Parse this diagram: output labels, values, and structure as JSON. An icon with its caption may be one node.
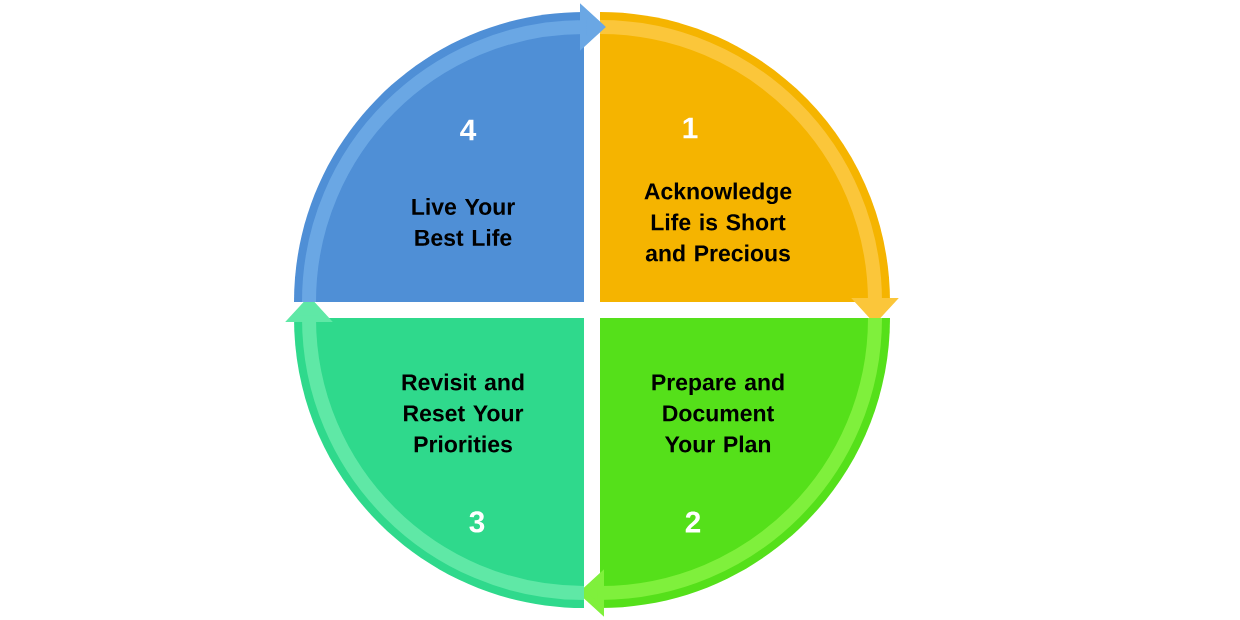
{
  "diagram": {
    "nodes": [
      {
        "text": [
          "4",
          "Live Your Best Life"
        ]
      },
      {
        "text": [
          "1",
          "Acknowledge Life is Short and Precious"
        ]
      },
      {
        "text": [
          "Revisit and Reset Your Priorities",
          "3"
        ]
      },
      {
        "text": [
          "Prepare and Document Your Plan",
          "2"
        ]
      }
    ],
    "edges": [
      {
        "from": 1,
        "to": 3,
        "arrow": "to",
        "color": "#fbc63a"
      },
      {
        "from": 3,
        "to": 2,
        "arrow": "to",
        "color": "#7ff03c"
      },
      {
        "from": 2,
        "to": 0,
        "arrow": "to",
        "color": "#5fe8a6"
      },
      {
        "from": 0,
        "to": 1,
        "arrow": "to",
        "color": "#6aa7e4"
      }
    ]
  }
}
